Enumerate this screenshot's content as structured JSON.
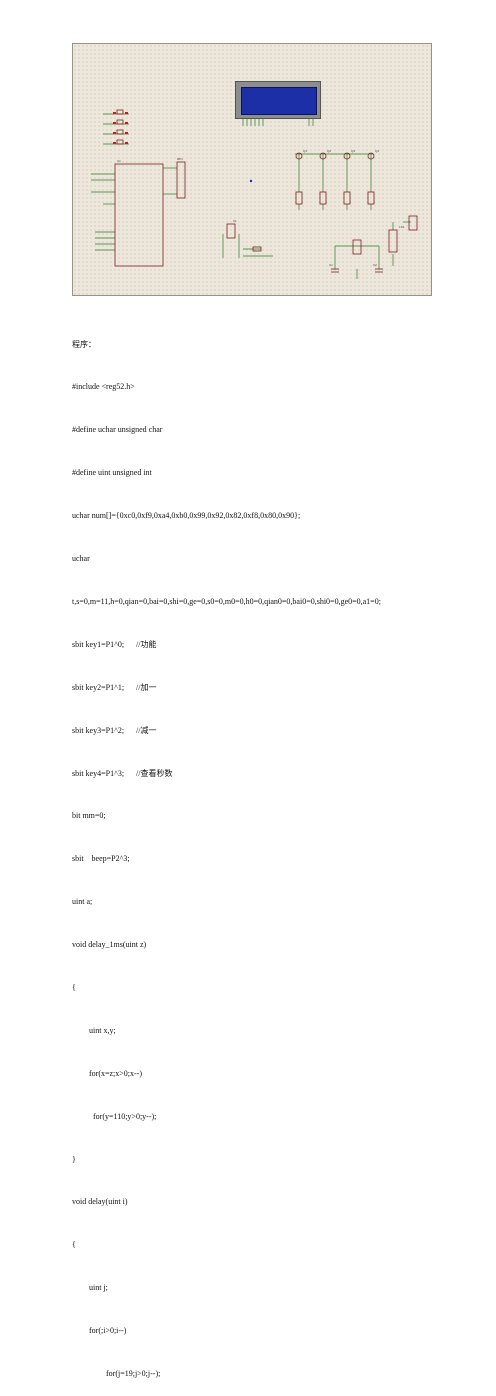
{
  "document": {
    "heading": "程序：",
    "code_lines": [
      {
        "text": "#include <reg52.h>",
        "indent": 0
      },
      {
        "text": "#define uchar unsigned char",
        "indent": 0
      },
      {
        "text": "#define uint unsigned int",
        "indent": 0
      },
      {
        "text": "uchar num[]={0xc0,0xf9,0xa4,0xb0,0x99,0x92,0x82,0xf8,0x80,0x90};",
        "indent": 0
      },
      {
        "text": "uchar",
        "indent": 0
      },
      {
        "text": "t,s=0,m=11,h=0,qian=0,bai=0,shi=0,ge=0,s0=0,m0=0,h0=0,qian0=0,bai0=0,shi0=0,ge0=0,a1=0;",
        "indent": 0
      },
      {
        "text": "sbit key1=P1^0;      //功能",
        "indent": 0
      },
      {
        "text": "sbit key2=P1^1;      //加一",
        "indent": 0
      },
      {
        "text": "sbit key3=P1^2;      //减一",
        "indent": 0
      },
      {
        "text": "sbit key4=P1^3;      //查看秒数",
        "indent": 0
      },
      {
        "text": "bit mm=0;",
        "indent": 0
      },
      {
        "text": "sbit    beep=P2^3;",
        "indent": 0
      },
      {
        "text": "uint a;",
        "indent": 0
      },
      {
        "text": "void delay_1ms(uint z)",
        "indent": 0
      },
      {
        "text": "{",
        "indent": 0
      },
      {
        "text": "uint x,y;",
        "indent": 1
      },
      {
        "text": "for(x=z;x>0;x--)",
        "indent": 1
      },
      {
        "text": "for(y=110;y>0;y--);",
        "indent": 2
      },
      {
        "text": "}",
        "indent": 0
      },
      {
        "text": "void delay(uint i)",
        "indent": 0
      },
      {
        "text": "{",
        "indent": 0
      },
      {
        "text": "uint j;",
        "indent": 1
      },
      {
        "text": "for(;i>0;i--)",
        "indent": 1
      },
      {
        "text": "for(j=19;j>0;j--);",
        "indent": 3
      }
    ]
  },
  "schematic": {
    "colors": {
      "background": "#ede7dc",
      "wire": "#2a7a2a",
      "component": "#7a1e1e",
      "lcd_screen": "#1c2fa6",
      "pin": "#c02020"
    }
  }
}
